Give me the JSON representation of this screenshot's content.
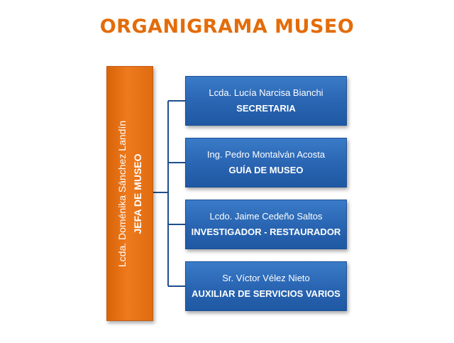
{
  "title": {
    "text": "ORGANIGRAMA MUSEO",
    "color": "#e36c0a"
  },
  "chief": {
    "name": "Lcda. Doménika Sánchez Landín",
    "role": "JEFA DE MUSEO",
    "color": "#e36c0a"
  },
  "staff": [
    {
      "name": "Lcda. Lucía Narcisa Bianchi",
      "role": "SECRETARIA"
    },
    {
      "name": "Ing. Pedro Montalván Acosta",
      "role": "GUÍA DE MUSEO"
    },
    {
      "name": "Lcdo. Jaime Cedeño Saltos",
      "role": "INVESTIGADOR - RESTAURADOR"
    },
    {
      "name": "Sr. Víctor Vélez Nieto",
      "role": "AUXILIAR DE SERVICIOS VARIOS"
    }
  ],
  "box_color": "#2a66b3",
  "connector_color": "#1f4e8c"
}
